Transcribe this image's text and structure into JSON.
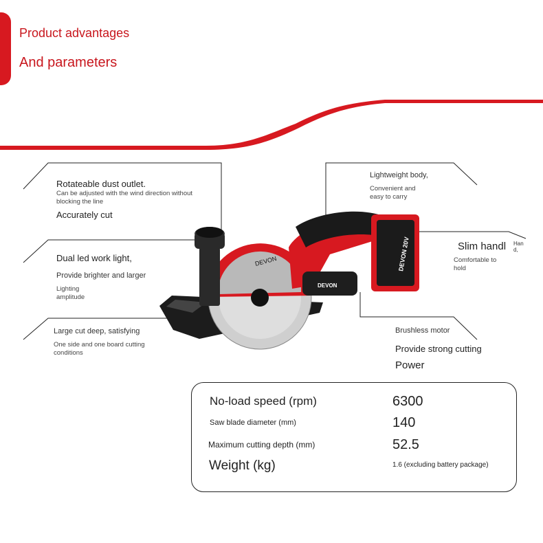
{
  "header": {
    "title": "Product advantages",
    "subtitle": "And parameters"
  },
  "features": {
    "dust_outlet": {
      "title": "Rotateable dust outlet.",
      "detail": "Can be adjusted with the wind direction without blocking the line",
      "extra": "Accurately cut"
    },
    "led_light": {
      "title": "Dual led work light,",
      "detail": "Provide brighter and larger",
      "extra": "Lighting amplitude"
    },
    "cut_depth": {
      "title": "Large cut deep, satisfying",
      "detail": "One side and one board cutting conditions"
    },
    "body": {
      "title": "Lightweight body,",
      "detail": "Convenient and easy to carry"
    },
    "handle": {
      "title": "Slim handl",
      "title_overflow": "Han d,",
      "detail": "Comfortable to hold"
    },
    "motor": {
      "title": "Brushless motor",
      "detail": "Provide strong cutting",
      "extra": "Power"
    }
  },
  "product": {
    "brand": "DEVON",
    "guard_logo": "DEVON",
    "battery_label": "DEVON 20V"
  },
  "specs": [
    {
      "label": "No-load speed (rpm)",
      "value": "6300"
    },
    {
      "label": "Saw blade diameter (mm)",
      "value": "140"
    },
    {
      "label": "Maximum cutting depth (mm)",
      "value": "52.5"
    },
    {
      "label": "Weight (kg)",
      "value": "1.6 (excluding battery package)"
    }
  ],
  "colors": {
    "accent": "#d71920",
    "text": "#222222"
  }
}
